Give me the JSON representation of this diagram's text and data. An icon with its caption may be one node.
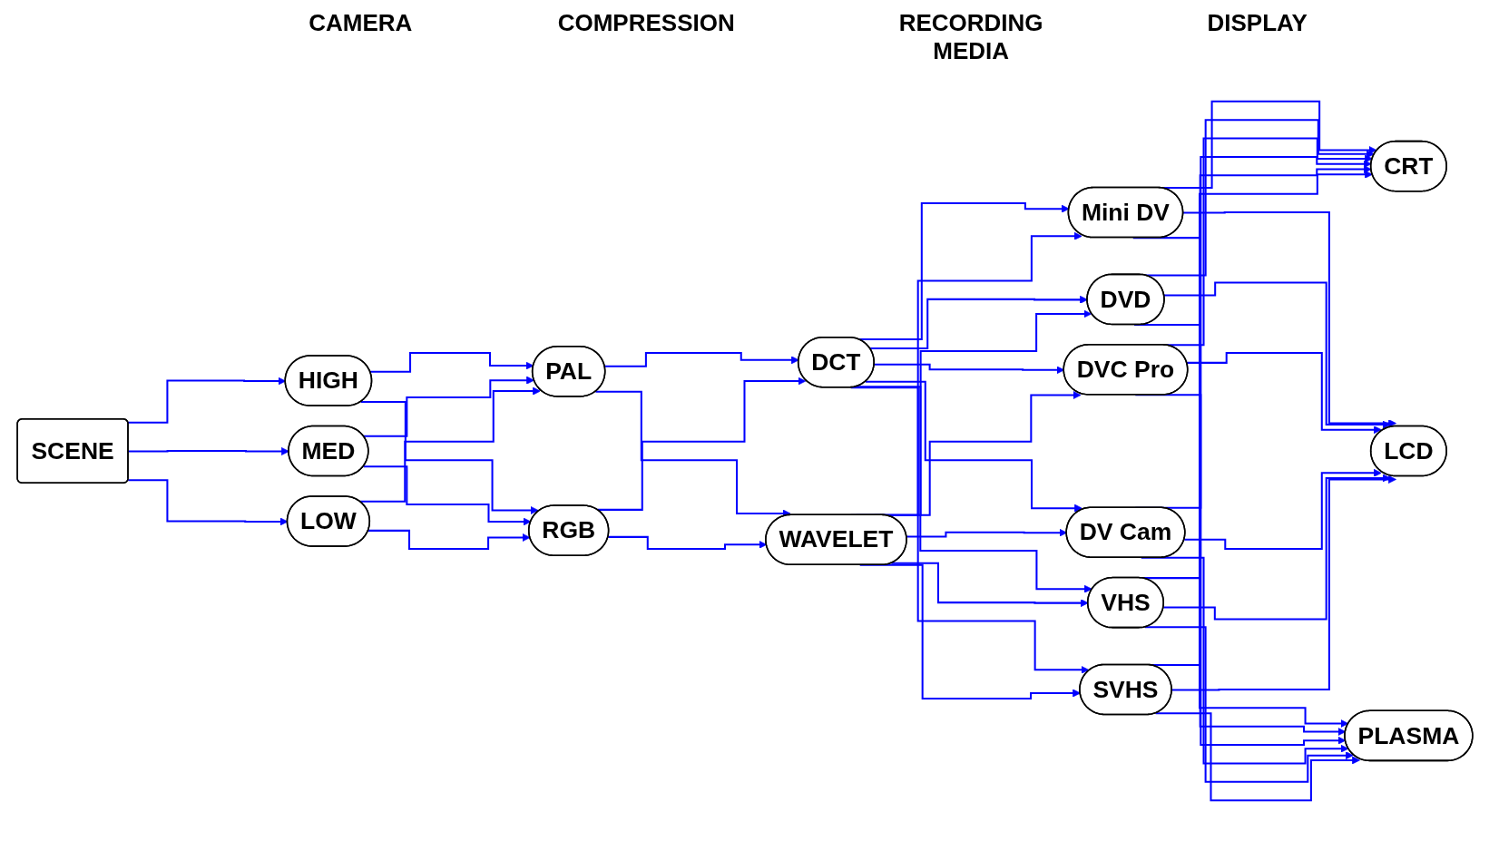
{
  "diagram": {
    "nodes": [
      {
        "text": [
          "SCENE"
        ]
      },
      {
        "text": [
          "HIGH"
        ]
      },
      {
        "text": [
          "MED"
        ]
      },
      {
        "text": [
          "LOW"
        ]
      },
      {
        "text": [
          "PAL"
        ]
      },
      {
        "text": [
          "RGB"
        ]
      },
      {
        "text": [
          "DCT"
        ]
      },
      {
        "text": [
          "WAVELET"
        ]
      },
      {
        "text": [
          "Mini DV"
        ]
      },
      {
        "text": [
          "DVD"
        ]
      },
      {
        "text": [
          "DVC Pro"
        ]
      },
      {
        "text": [
          "DV Cam"
        ]
      },
      {
        "text": [
          "VHS"
        ]
      },
      {
        "text": [
          "SVHS"
        ]
      },
      {
        "text": [
          "CRT"
        ]
      },
      {
        "text": [
          "LCD"
        ]
      },
      {
        "text": [
          "PLASMA"
        ]
      }
    ],
    "edges": [
      {
        "from": 0,
        "to": 1,
        "arrow": "to"
      },
      {
        "from": 0,
        "to": 2,
        "arrow": "to"
      },
      {
        "from": 0,
        "to": 3,
        "arrow": "to"
      },
      {
        "from": 1,
        "to": 4,
        "arrow": "to"
      },
      {
        "from": 1,
        "to": 5,
        "arrow": "to"
      },
      {
        "from": 2,
        "to": 4,
        "arrow": "to"
      },
      {
        "from": 2,
        "to": 5,
        "arrow": "to"
      },
      {
        "from": 3,
        "to": 4,
        "arrow": "to"
      },
      {
        "from": 3,
        "to": 5,
        "arrow": "to"
      },
      {
        "from": 4,
        "to": 6,
        "arrow": "to"
      },
      {
        "from": 4,
        "to": 7,
        "arrow": "to"
      },
      {
        "from": 5,
        "to": 6,
        "arrow": "to"
      },
      {
        "from": 5,
        "to": 7,
        "arrow": "to"
      },
      {
        "from": 6,
        "to": 8,
        "arrow": "to"
      },
      {
        "from": 6,
        "to": 9,
        "arrow": "to"
      },
      {
        "from": 6,
        "to": 10,
        "arrow": "to"
      },
      {
        "from": 6,
        "to": 11,
        "arrow": "to"
      },
      {
        "from": 6,
        "to": 12,
        "arrow": "to"
      },
      {
        "from": 6,
        "to": 13,
        "arrow": "to"
      },
      {
        "from": 7,
        "to": 8,
        "arrow": "to"
      },
      {
        "from": 7,
        "to": 9,
        "arrow": "to"
      },
      {
        "from": 7,
        "to": 10,
        "arrow": "to"
      },
      {
        "from": 7,
        "to": 11,
        "arrow": "to"
      },
      {
        "from": 7,
        "to": 12,
        "arrow": "to"
      },
      {
        "from": 7,
        "to": 13,
        "arrow": "to"
      },
      {
        "from": 8,
        "to": 14,
        "arrow": "to"
      },
      {
        "from": 8,
        "to": 15,
        "arrow": "to"
      },
      {
        "from": 8,
        "to": 16,
        "arrow": "to"
      },
      {
        "from": 9,
        "to": 14,
        "arrow": "to"
      },
      {
        "from": 9,
        "to": 15,
        "arrow": "to"
      },
      {
        "from": 9,
        "to": 16,
        "arrow": "to"
      },
      {
        "from": 10,
        "to": 14,
        "arrow": "to"
      },
      {
        "from": 10,
        "to": 15,
        "arrow": "to"
      },
      {
        "from": 10,
        "to": 16,
        "arrow": "to"
      },
      {
        "from": 11,
        "to": 14,
        "arrow": "to"
      },
      {
        "from": 11,
        "to": 15,
        "arrow": "to"
      },
      {
        "from": 11,
        "to": 16,
        "arrow": "to"
      },
      {
        "from": 12,
        "to": 14,
        "arrow": "to"
      },
      {
        "from": 12,
        "to": 15,
        "arrow": "to"
      },
      {
        "from": 12,
        "to": 16,
        "arrow": "to"
      },
      {
        "from": 13,
        "to": 14,
        "arrow": "to"
      },
      {
        "from": 13,
        "to": 15,
        "arrow": "to"
      },
      {
        "from": 13,
        "to": 16,
        "arrow": "to"
      }
    ],
    "labels": [
      "CAMERA",
      "COMPRESSION",
      "RECORDING MEDIA",
      "DISPLAY"
    ]
  }
}
